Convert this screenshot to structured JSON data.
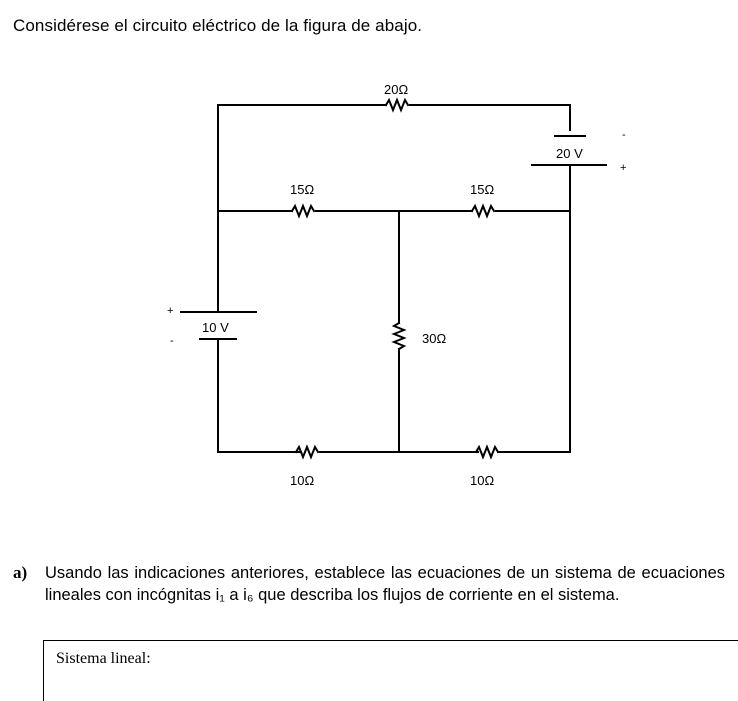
{
  "intro_text": "Considérese el circuito eléctrico de la figura de abajo.",
  "circuit": {
    "resistor_top": "20Ω",
    "resistor_mid_left": "15Ω",
    "resistor_mid_right": "15Ω",
    "resistor_center": "30Ω",
    "resistor_bottom_left": "10Ω",
    "resistor_bottom_right": "10Ω",
    "source_left": "10 V",
    "source_left_plus": "+",
    "source_left_minus": "-",
    "source_right": "20 V",
    "source_right_minus": "-",
    "source_right_plus": "+"
  },
  "question": {
    "letter": "a)",
    "text": "Usando las indicaciones anteriores, establece las ecuaciones de un sistema de ecuaciones lineales con incógnitas i₁ a i₆ que describa los flujos de corriente en el sistema."
  },
  "answer_box": {
    "label": "Sistema lineal:"
  }
}
